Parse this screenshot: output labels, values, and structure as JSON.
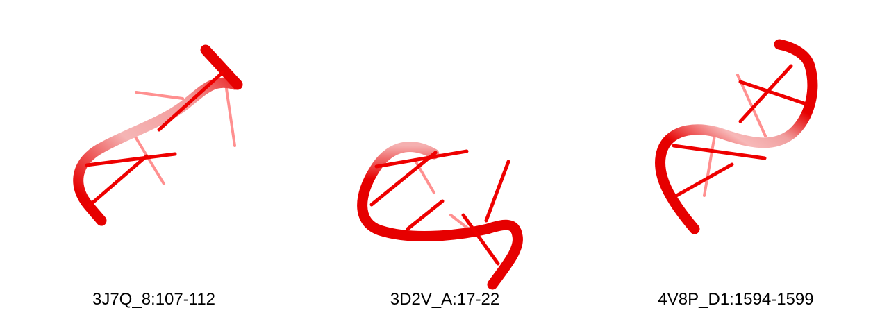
{
  "panels": [
    {
      "label": "3J7Q_8:107-112"
    },
    {
      "label": "3D2V_A:17-22"
    },
    {
      "label": "4V8P_D1:1594-1599"
    }
  ],
  "colors": {
    "strand": "#ee0000",
    "strand_faded": "#f7b0b0",
    "background": "#ffffff"
  }
}
